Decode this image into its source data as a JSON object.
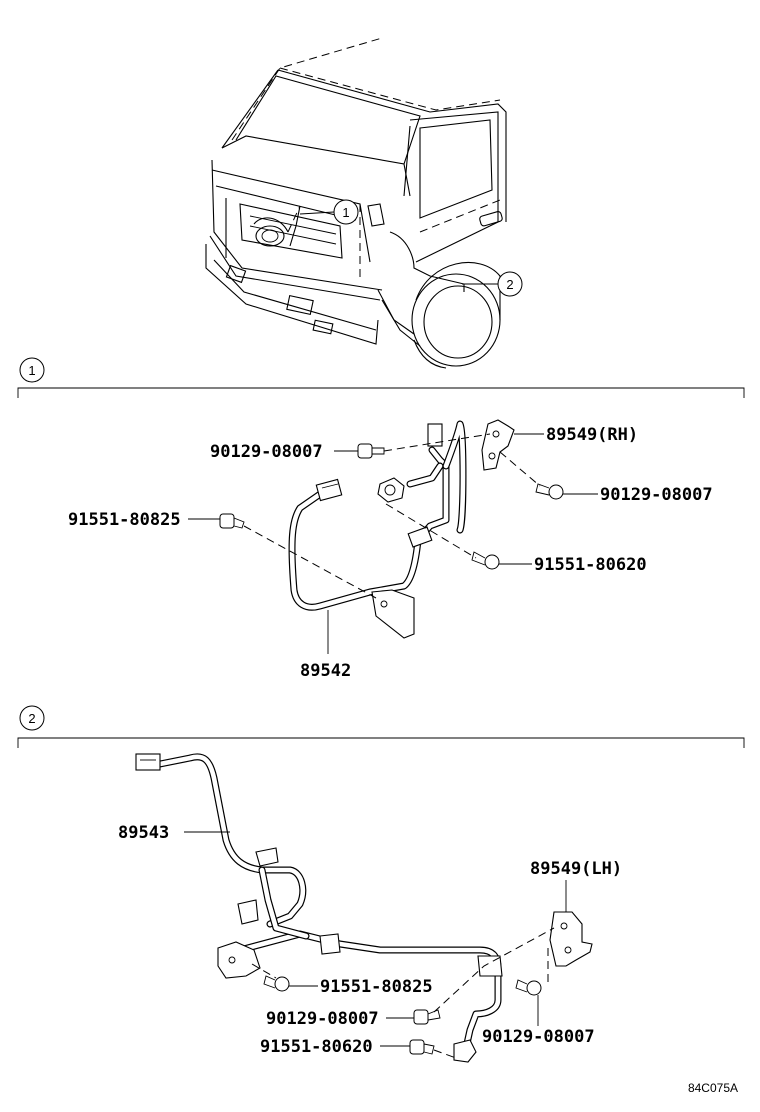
{
  "diagram": {
    "code": "84C075A",
    "callouts": {
      "truck_1": "1",
      "truck_2": "2"
    },
    "section1": {
      "number": "1",
      "parts": {
        "p89549rh": "89549(RH)",
        "p90129_left": "90129-08007",
        "p90129_right": "90129-08007",
        "p91551_80825": "91551-80825",
        "p91551_80620": "91551-80620",
        "p89542": "89542"
      }
    },
    "section2": {
      "number": "2",
      "parts": {
        "p89543": "89543",
        "p89549lh": "89549(LH)",
        "p91551_80825": "91551-80825",
        "p90129_left": "90129-08007",
        "p90129_right": "90129-08007",
        "p91551_80620": "91551-80620"
      }
    }
  }
}
